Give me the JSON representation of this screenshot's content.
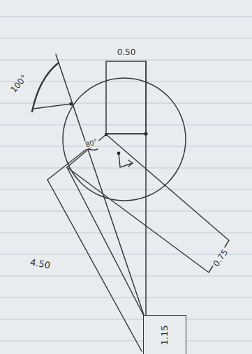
{
  "diagram": {
    "nodes": [
      {
        "text": [
          "1.15"
        ]
      }
    ],
    "labels": [
      "0.50",
      "100°",
      "80°",
      "4.50",
      "0.75"
    ]
  }
}
